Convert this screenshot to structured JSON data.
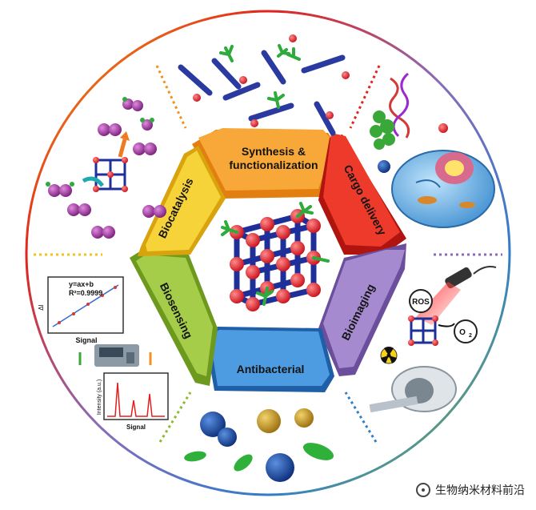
{
  "segments": {
    "synthesis_line1": "Synthesis &",
    "synthesis_line2": "functionalization",
    "cargo": "Cargo delivery",
    "bioimaging": "Bioimaging",
    "antibacterial": "Antibacterial",
    "biosensing": "Biosensing",
    "biocatalysis": "Biocatalysis"
  },
  "colors": {
    "synthesis": "#f0921e",
    "cargo": "#e2231a",
    "bioimaging": "#8b6bb8",
    "antibacterial": "#2f7dcb",
    "biosensing": "#8dbb2e",
    "biocatalysis": "#f2c21a"
  },
  "biosensing_panel": {
    "equation": "y=ax+b",
    "r_squared": "R²=0.9999",
    "yaxis": "ΔI",
    "xaxis": "Signal",
    "spectrum_ylabel": "Intensity (a.u.)",
    "spectrum_xlabel": "Signal"
  },
  "bioimaging_panel": {
    "ros": "ROS",
    "o2": "O",
    "o2_sub": "2"
  },
  "watermark": "生物纳米材料前沿",
  "icons": [
    "molecule-icon",
    "radiation-icon",
    "laser-icon",
    "mri-scanner-icon",
    "spectrometer-icon",
    "dna-icon",
    "bacteria-icon"
  ]
}
